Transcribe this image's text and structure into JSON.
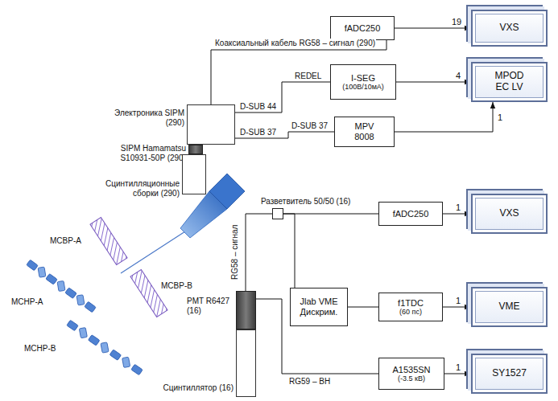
{
  "diagram": {
    "nodes": [
      {
        "text": [
          "fADC250"
        ]
      },
      {
        "text": [
          "VXS"
        ]
      },
      {
        "text": [
          "I-SEG",
          "(100В/10мА)"
        ]
      },
      {
        "text": [
          "MPOD EC LV"
        ]
      },
      {
        "text": [
          "MPV 8008"
        ]
      },
      {
        "text": [
          "Электроника SIPM (290)"
        ]
      },
      {
        "text": [
          "SIPM Hamamatsu S10931-50P (290)"
        ]
      },
      {
        "text": [
          "Сцинтилляционные сборки (290)"
        ]
      },
      {
        "text": [
          "Разветвитель 50/50 (16)"
        ]
      },
      {
        "text": [
          "fADC250"
        ]
      },
      {
        "text": [
          "VXS"
        ]
      },
      {
        "text": [
          "Jlab VME Дискрим."
        ]
      },
      {
        "text": [
          "f1TDC",
          "(60 пс)"
        ]
      },
      {
        "text": [
          "VME"
        ]
      },
      {
        "text": [
          "A1535SN",
          "(-3.5 кВ)"
        ]
      },
      {
        "text": [
          "SY1527"
        ]
      },
      {
        "text": [
          "PMT R6427 (16)"
        ]
      },
      {
        "text": [
          "Сцинтиллятор (16)"
        ]
      }
    ],
    "edges": [
      {
        "from": 5,
        "to": 0,
        "arrow": "none",
        "label": "Коаксиальный кабель RG58 – сигнал (290)"
      },
      {
        "from": 0,
        "to": 1,
        "arrow": "to",
        "label": "19"
      },
      {
        "from": 5,
        "to": 2,
        "arrow": "none",
        "label": "D-SUB 44"
      },
      {
        "from": 2,
        "to": 3,
        "arrow": "to",
        "label": "4"
      },
      {
        "from": 5,
        "to": 4,
        "arrow": "none",
        "label": "D-SUB 37"
      },
      {
        "from": 4,
        "to": 3,
        "arrow": "to",
        "label": "1"
      },
      {
        "from": 16,
        "to": 8,
        "arrow": "none",
        "label": "RG58 – сигнал"
      },
      {
        "from": 8,
        "to": 9,
        "arrow": "none"
      },
      {
        "from": 9,
        "to": 10,
        "arrow": "to",
        "label": "1"
      },
      {
        "from": 8,
        "to": 11,
        "arrow": "none"
      },
      {
        "from": 11,
        "to": 12,
        "arrow": "none"
      },
      {
        "from": 12,
        "to": 13,
        "arrow": "to",
        "label": "1"
      },
      {
        "from": 16,
        "to": 14,
        "arrow": "none",
        "label": "RG59 – ВН"
      },
      {
        "from": 14,
        "to": 15,
        "arrow": "to",
        "label": "1"
      }
    ],
    "labels": [
      "REDEL",
      "D-SUB 37",
      "MCBP-A",
      "MCHP-A",
      "MCBP-B",
      "MCHP-B"
    ]
  }
}
